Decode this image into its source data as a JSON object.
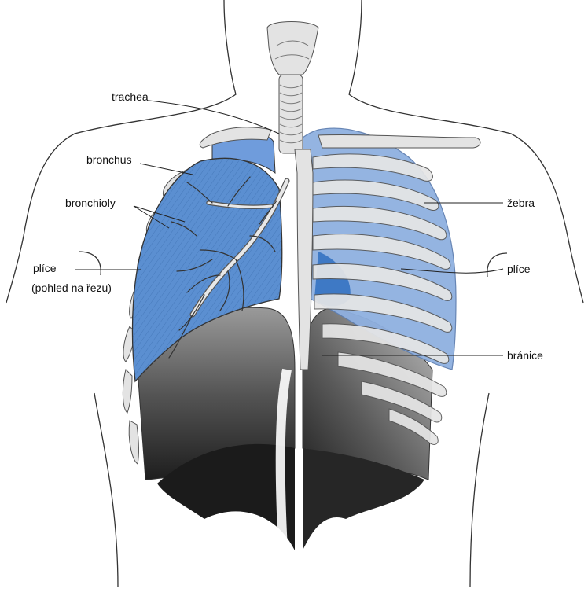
{
  "labels": {
    "trachea": "trachea",
    "bronchus": "bronchus",
    "bronchioly": "bronchioly",
    "lung_cut_line1": "plíce",
    "lung_cut_line2": "(pohled na řezu)",
    "ribs": "žebra",
    "lung": "plíce",
    "diaphragm": "bránice"
  },
  "colors": {
    "lung_cut_fill": "#5b8fd1",
    "lung_fill": "#8fb0e0",
    "lung_top": "#6f9cdc",
    "bone": "#e3e3e3",
    "bone_stroke": "#555555",
    "diaphragm_dark": "#2a2a2a",
    "outline": "#333333"
  }
}
